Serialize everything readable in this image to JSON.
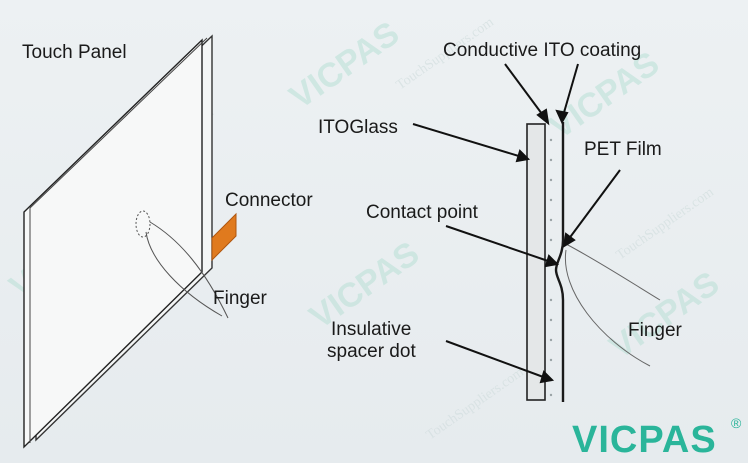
{
  "labels": {
    "touch_panel": "Touch Panel",
    "connector": "Connector",
    "finger_left": "Finger",
    "conductive_ito": "Conductive ITO coating",
    "ito_glass": "ITOGlass",
    "pet_film": "PET Film",
    "contact_point": "Contact point",
    "insulative_line1": "Insulative",
    "insulative_line2": "spacer dot",
    "finger_right": "Finger"
  },
  "brand": {
    "name": "VICPAS",
    "mark": "®",
    "watermark": "VICPAS",
    "watermark_url": "TouchSuppliers.com"
  },
  "colors": {
    "connector": "#e07a1e",
    "brand": "#2ab59a",
    "glass_fill": "#e4e7e8",
    "line": "#1a1a1a"
  }
}
